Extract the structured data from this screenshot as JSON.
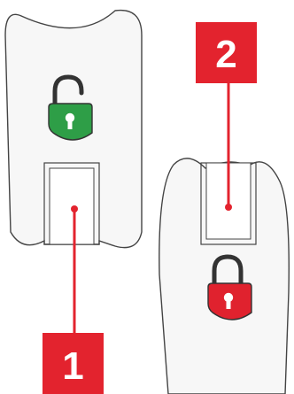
{
  "steps": [
    {
      "number": "1",
      "lock_state": "unlocked",
      "lock_color": "#2e9e47"
    },
    {
      "number": "2",
      "lock_state": "locked",
      "lock_color": "#e0222e"
    }
  ],
  "colors": {
    "label_background": "#e3232e",
    "callout_line": "#e3232e",
    "outline": "#444444",
    "panel_fill": "#f7f7f7"
  }
}
